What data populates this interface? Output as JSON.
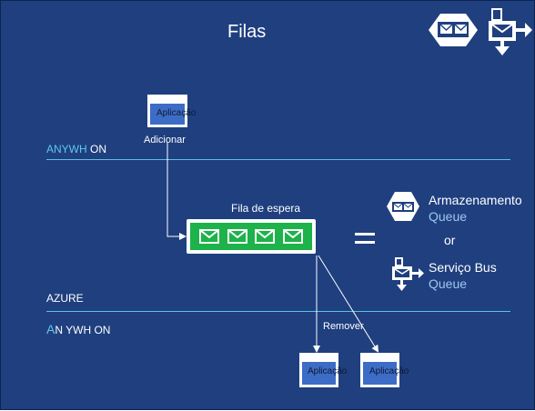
{
  "title": "Filas",
  "top_app": {
    "label": "Aplicação",
    "action": "Adicionar"
  },
  "zone_top": {
    "cyan": "ANYWH",
    "white": "ON"
  },
  "zone_azure": "AZURE",
  "zone_bottom": {
    "cyan": "A",
    "white": "N YWH ON"
  },
  "queue": {
    "label": "Fila de espera",
    "message_count": 4
  },
  "remove_label": "Remover",
  "bottom_apps": [
    {
      "label": "Aplicação"
    },
    {
      "label": "Aplicação"
    }
  ],
  "legend": {
    "storage": {
      "title": "Armazenamento",
      "subtitle": "Queue"
    },
    "or": "or",
    "service_bus": {
      "title": "Serviço Bus",
      "subtitle": "Queue"
    }
  },
  "colors": {
    "background": "#1f3f7f",
    "accent_line": "#5cc3e0",
    "queue_green": "#1db24a",
    "app_blue": "#3d6cc7"
  },
  "icons": [
    "storage-hexagon-icon",
    "service-bus-envelope-icon",
    "envelope-icon"
  ]
}
